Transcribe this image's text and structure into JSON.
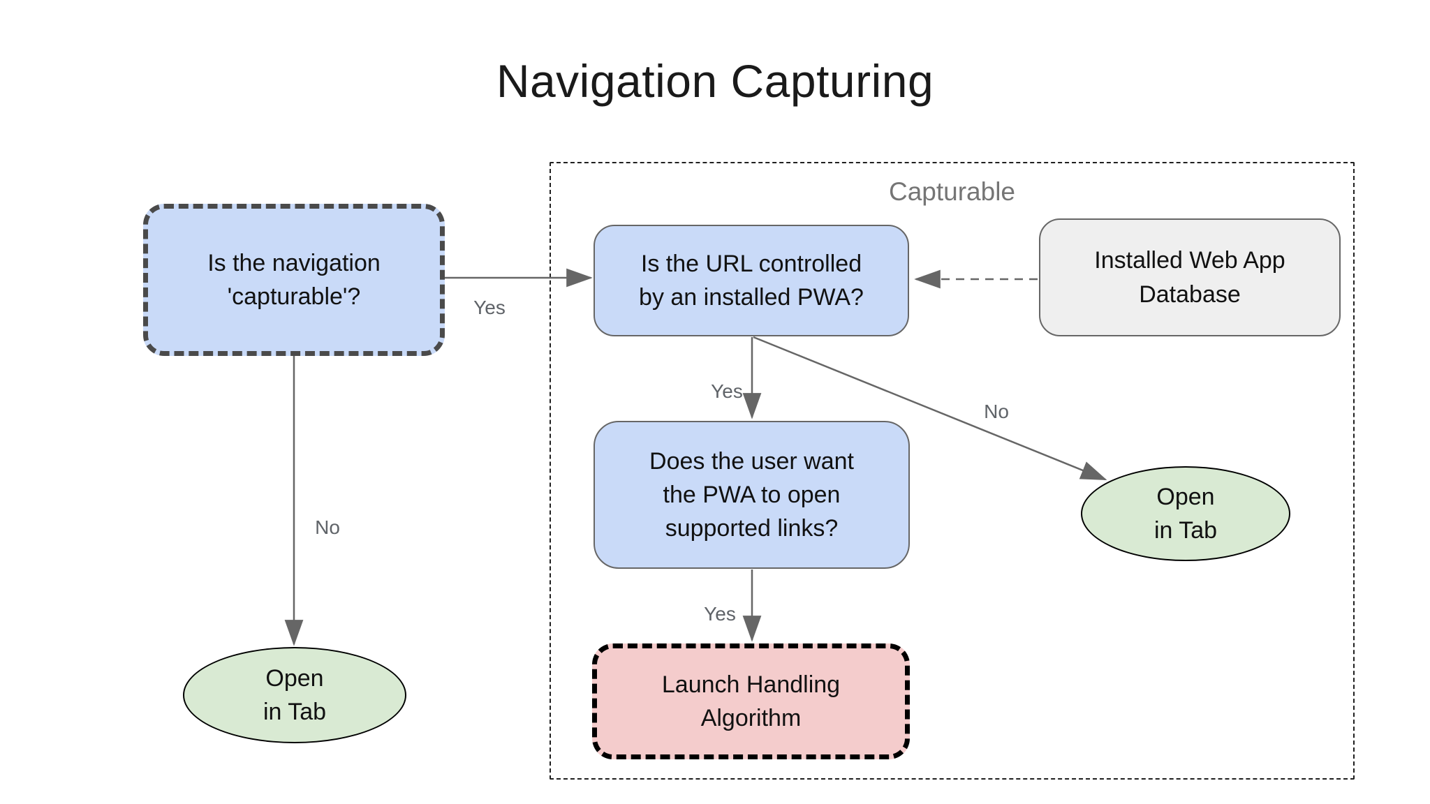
{
  "title": "Navigation Capturing",
  "group": {
    "label": "Capturable"
  },
  "nodes": {
    "nav_capturable": {
      "text": "Is the navigation\n'capturable'?"
    },
    "url_controlled": {
      "text": "Is the URL controlled\nby an installed PWA?"
    },
    "installed_db": {
      "text": "Installed Web App\nDatabase"
    },
    "user_wants": {
      "text": "Does the user want\nthe PWA to open\nsupported links?"
    },
    "launch_handling": {
      "text": "Launch Handling\nAlgorithm"
    },
    "open_in_tab_left": {
      "text": "Open\nin Tab"
    },
    "open_in_tab_right": {
      "text": "Open\nin Tab"
    }
  },
  "edge_labels": {
    "nav_yes": "Yes",
    "nav_no": "No",
    "url_yes": "Yes",
    "url_no": "No",
    "user_yes": "Yes"
  },
  "colors": {
    "question_fill": "#c9daf8",
    "terminal_fill": "#d9ead3",
    "algorithm_fill": "#f4cccc",
    "database_fill": "#efefef",
    "edge_stroke": "#666666",
    "dashed_border_dark": "#4a4a4a",
    "dashed_border_black": "#000000",
    "group_border": "#1f1f1f",
    "label_gray": "#5f6368",
    "group_label_gray": "#757575"
  }
}
